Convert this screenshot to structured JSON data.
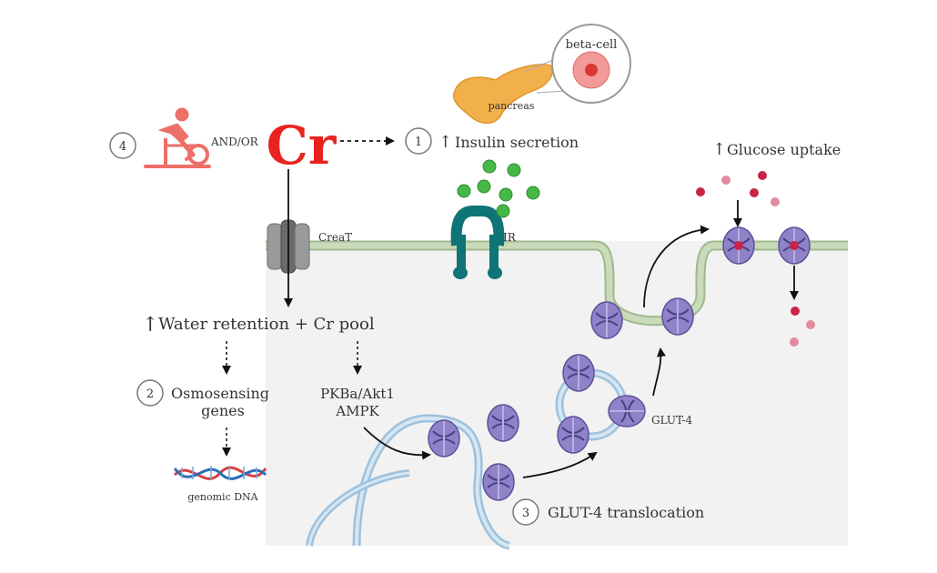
{
  "labels": {
    "beta_cell": "beta-cell",
    "pancreas": "pancreas",
    "cr": "Cr",
    "and_or": "AND/OR",
    "step1": "1",
    "step2": "2",
    "step3": "3",
    "step4": "4",
    "insulin_secretion": "Insulin secretion",
    "glucose_uptake": "Glucose uptake",
    "creat": "CreaT",
    "ir": "IR",
    "water_retention": "Water retention + Cr pool",
    "osmosensing_line1": "Osmosensing",
    "osmosensing_line2": "genes",
    "pkb_line1": "PKBa/Akt1",
    "pkb_line2": "AMPK",
    "glut4": "GLUT-4",
    "glut4_translocation": "GLUT-4 translocation",
    "genomic_dna": "genomic DNA",
    "up_arrow": "↑"
  },
  "icons": {
    "exercise": "stationary-bike-icon",
    "pancreas": "pancreas-icon",
    "dna": "dna-helix-icon",
    "transporter": "creatine-transporter-icon",
    "receptor": "insulin-receptor-icon",
    "glut4": "glut4-transporter-icon"
  },
  "colors": {
    "cr_red": "#e8231f",
    "membrane_green": "#c9dbb8",
    "membrane_outline": "#9fb890",
    "cytoplasm": "#f2f2f2",
    "vesicle_blue": "#a9cbe3",
    "glut4_purple": "#8f82c8",
    "receptor_teal": "#0f7475",
    "insulin_green": "#46b847",
    "glucose_red": "#c8244a",
    "glucose_pink": "#e38aa0",
    "pancreas_orange": "#f2b04b",
    "exercise_red": "#ec7068"
  }
}
